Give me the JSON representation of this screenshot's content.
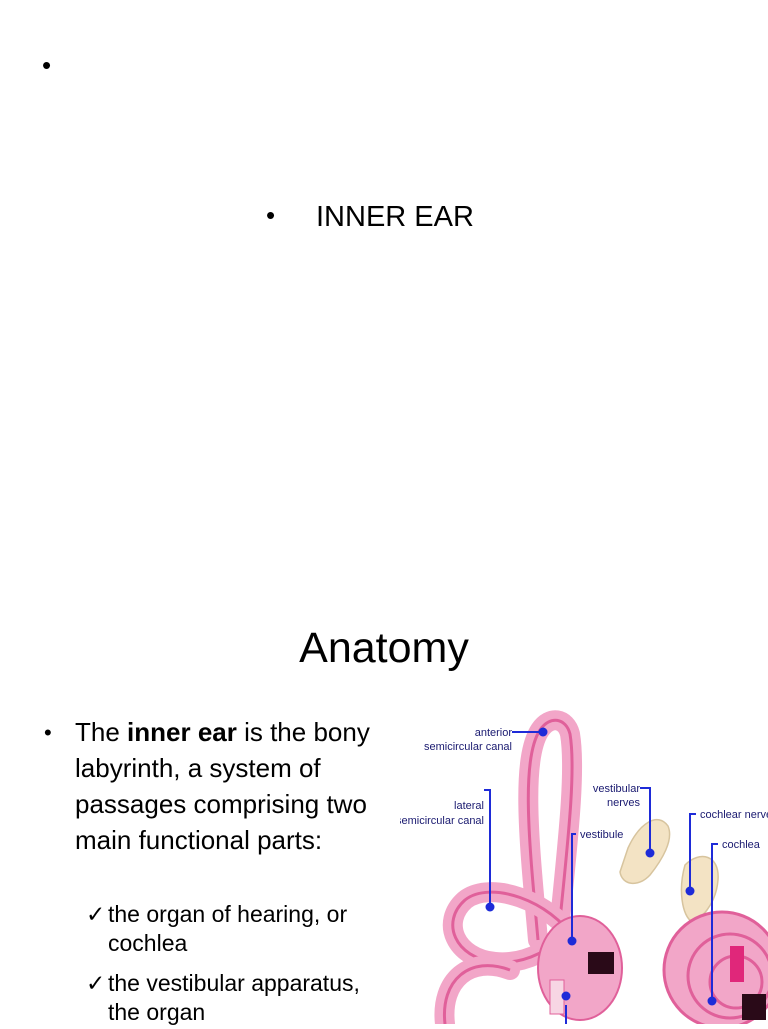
{
  "slide1": {
    "lone_bullet": "•",
    "bullet": "•",
    "text": "INNER EAR"
  },
  "slide2": {
    "title": "Anatomy",
    "bullet": "•",
    "intro_pre": "The ",
    "intro_bold": "inner ear",
    "intro_post": " is the bony labyrinth, a system of passages comprising two main functional parts:",
    "check_glyph": "✓",
    "subitems": [
      "the organ of hearing, or cochlea",
      "the vestibular apparatus, the organ"
    ],
    "figure_labels": {
      "anterior_1": "anterior",
      "anterior_2": "semicircular canal",
      "lateral_1": "lateral",
      "lateral_2": "semicircular canal",
      "vestibular_1": "vestibular",
      "vestibular_2": "nerves",
      "vestibule": "vestibule",
      "cochlear_nerve": "cochlear nerve",
      "cochlea": "cochlea"
    },
    "colors": {
      "leader_line": "#1e2bd8",
      "canal_pink": "#f2a6c8",
      "canal_dark": "#e0609a",
      "nerve_cream": "#f3e3c4"
    }
  }
}
